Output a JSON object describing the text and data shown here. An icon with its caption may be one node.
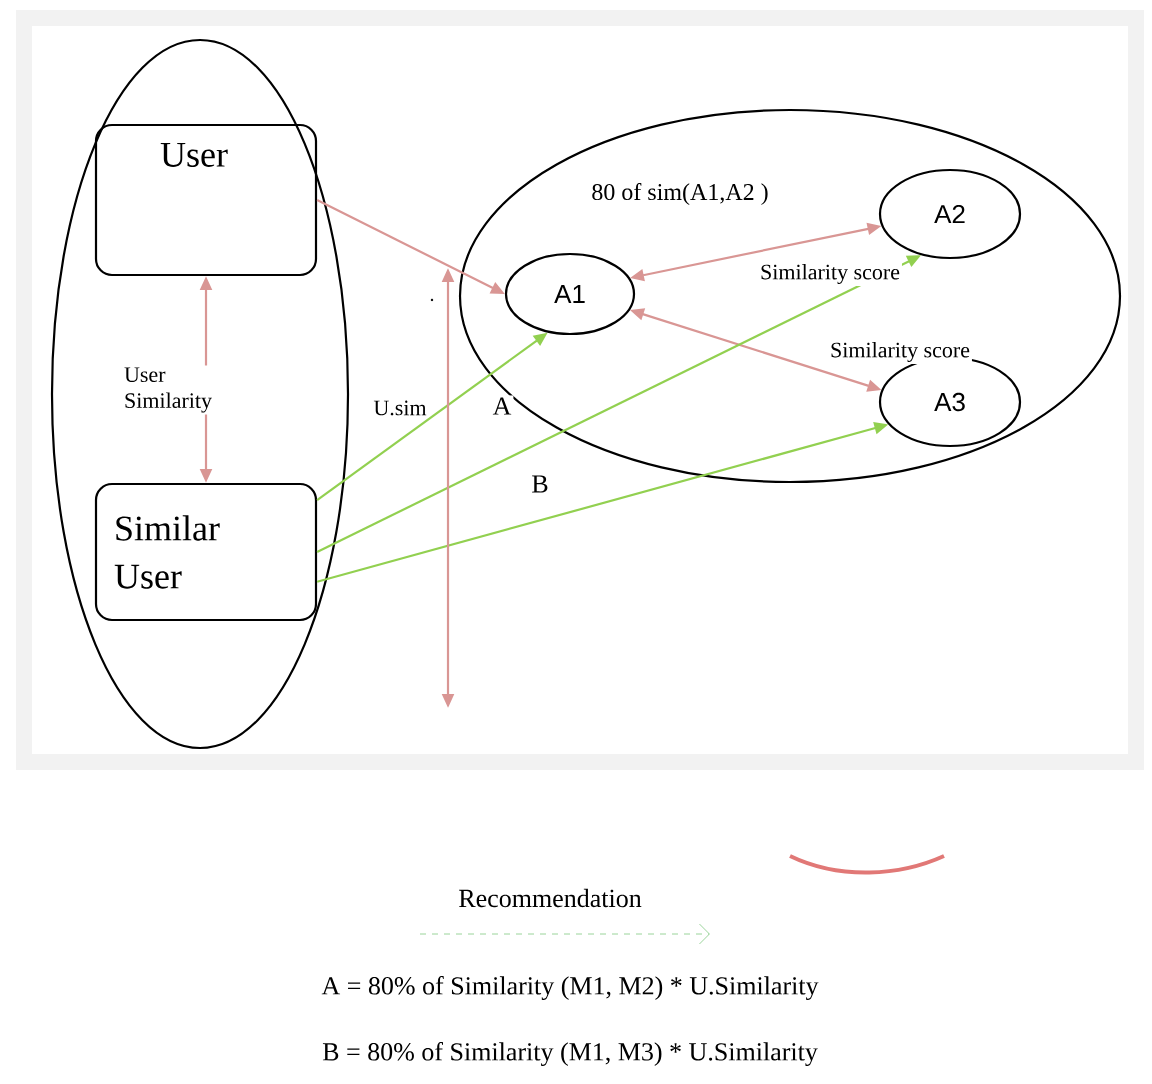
{
  "diagram": {
    "nodes": [
      {
        "text": [],
        "shape": "ellipse"
      },
      {
        "text": [
          "User"
        ],
        "in": 0
      },
      {
        "text": [
          "Similar User"
        ],
        "in": 0
      },
      {
        "text": [
          "80 of sim(A1,A2 )"
        ]
      },
      {
        "text": [
          "A1"
        ],
        "in": 3
      },
      {
        "text": [
          "A2"
        ],
        "in": 3
      },
      {
        "text": [
          "A3"
        ],
        "in": 3
      }
    ],
    "edges": [
      {
        "from": 1,
        "to": 4,
        "arrow": "to"
      },
      {
        "from": 1,
        "to": 2,
        "arrow": "both",
        "label": "User Similarity"
      },
      {
        "from": 4,
        "to": 5,
        "arrow": "both",
        "label": "Similarity score"
      },
      {
        "from": 4,
        "to": 6,
        "arrow": "both",
        "label": "Similarity score"
      },
      {
        "from": 2,
        "to": 4,
        "arrow": "to",
        "color": "#92d050"
      },
      {
        "from": 2,
        "to": 5,
        "arrow": "to",
        "color": "#92d050",
        "label": "A"
      },
      {
        "from": 2,
        "to": 6,
        "arrow": "to",
        "color": "#92d050",
        "label": "B"
      }
    ],
    "labels": [
      ".",
      "U.sim",
      "A = 80% of Similarity (M1, M2) * U.Similarity",
      "B = 80% of Similarity (M1, M3) * U.Similarity"
    ],
    "legend": [
      {
        "text": "Recommendation"
      }
    ]
  }
}
